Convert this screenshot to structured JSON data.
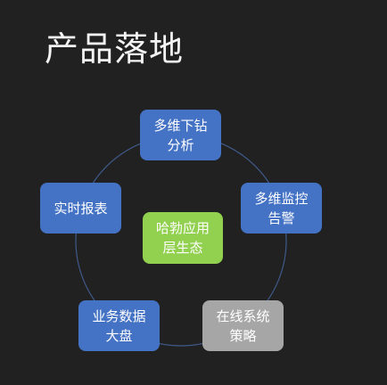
{
  "slide": {
    "title": "产品落地"
  },
  "diagram": {
    "center": {
      "label": "哈勃应用\n层生态"
    },
    "nodes": [
      {
        "label": "多维下钻\n分析"
      },
      {
        "label": "多维监控\n告警"
      },
      {
        "label": "在线系统\n策略"
      },
      {
        "label": "业务数据\n大盘"
      },
      {
        "label": "实时报表"
      }
    ]
  },
  "colors": {
    "background": "#212121",
    "node_blue": "#4472c4",
    "node_gray": "#a6a6a6",
    "node_green": "#92d050",
    "ring": "#3f5a8a"
  }
}
